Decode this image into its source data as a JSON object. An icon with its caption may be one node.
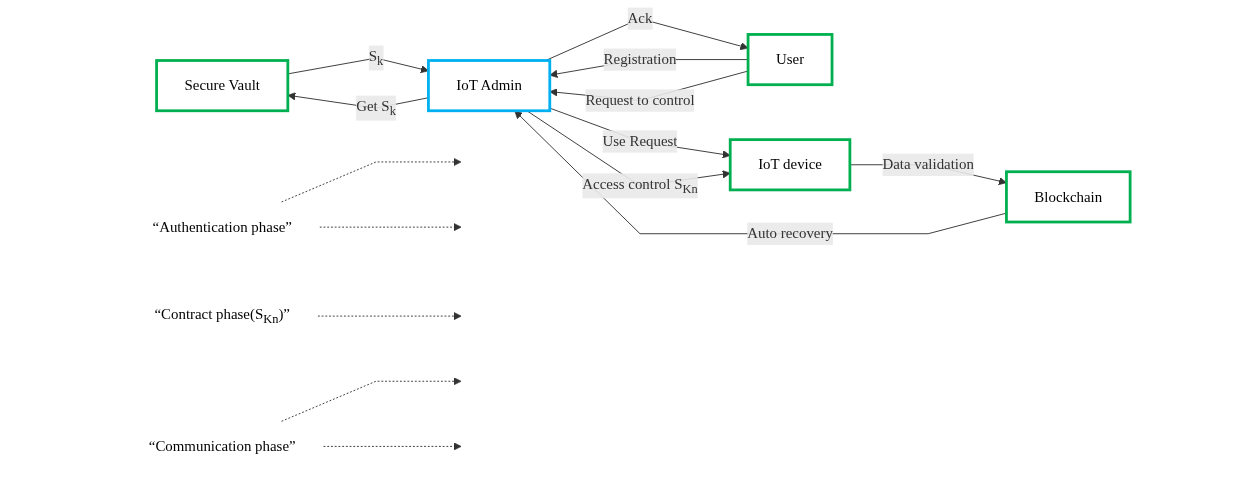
{
  "diagram": {
    "nodes": [
      {
        "text": [
          "Secure Vault"
        ]
      },
      {
        "text": [
          "“Authentication phase”"
        ]
      },
      {
        "text": [
          "“Contract phase(S$_{Kn}$)”"
        ]
      },
      {
        "text": [
          "User"
        ]
      },
      {
        "text": [
          "IoT Admin"
        ]
      },
      {
        "text": [
          "IoT device"
        ]
      },
      {
        "text": [
          "Blockchain"
        ]
      },
      {
        "text": [
          "“Communication phase”"
        ]
      }
    ],
    "edges": [
      {
        "from": 4,
        "to": 0,
        "arrow": "to",
        "label": "Get S$_{k}$"
      },
      {
        "from": 0,
        "to": 4,
        "arrow": "to",
        "label": "S$_{k}$"
      },
      {
        "from": 3,
        "to": 4,
        "arrow": "to",
        "label": "Registration"
      },
      {
        "from": 4,
        "to": 3,
        "arrow": "to",
        "label": "Ack"
      },
      {
        "from": 3,
        "to": 4,
        "arrow": "to",
        "label": "Request to control"
      },
      {
        "from": 4,
        "to": 5,
        "arrow": "to",
        "label": "Use Request"
      },
      {
        "from": 4,
        "to": 5,
        "arrow": "to",
        "label": "Access control S$_{Kn}$"
      },
      {
        "from": 6,
        "to": 4,
        "arrow": "to",
        "label": "Auto recovery"
      },
      {
        "from": 5,
        "to": 6,
        "arrow": "to",
        "label": "Data validation"
      },
      {
        "from": 1,
        "to": null,
        "arrow": "to",
        "style": "dashed"
      },
      {
        "from": 1,
        "to": null,
        "arrow": "to",
        "style": "dashed"
      },
      {
        "from": 2,
        "to": null,
        "arrow": "to",
        "style": "dashed"
      },
      {
        "from": 7,
        "to": null,
        "arrow": "to",
        "style": "dashed"
      },
      {
        "from": 7,
        "to": null,
        "arrow": "to",
        "style": "dashed"
      }
    ]
  }
}
